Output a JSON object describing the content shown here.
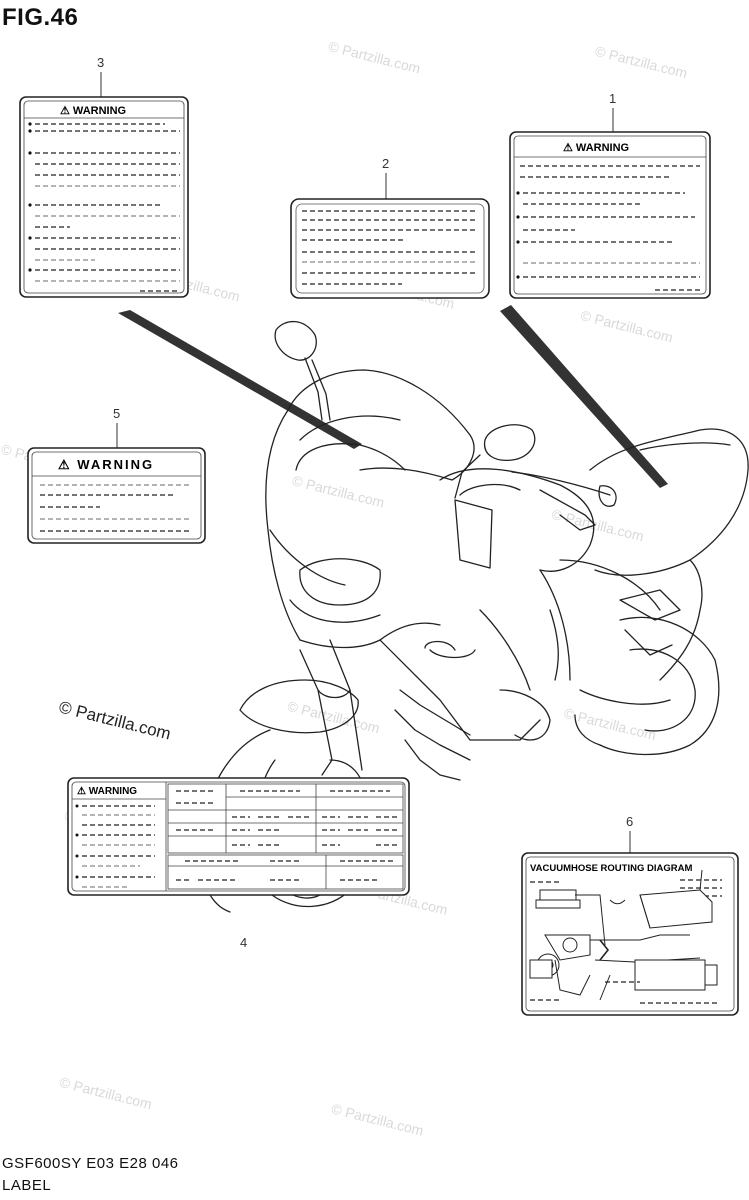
{
  "figure": {
    "title": "FIG.46",
    "part_code": "GSF600SY E03 E28  046",
    "label": "LABEL"
  },
  "watermark": {
    "text": "© Partzilla.com"
  },
  "labels": [
    {
      "callout": "1",
      "header": "⚠ WARNING"
    },
    {
      "callout": "2",
      "header": ""
    },
    {
      "callout": "3",
      "header": "⚠ WARNING"
    },
    {
      "callout": "4",
      "header": "⚠ WARNING"
    },
    {
      "callout": "5",
      "header": "⚠ WARNING"
    },
    {
      "callout": "6",
      "header": "VACUUMHOSE ROUTING DIAGRAM"
    }
  ]
}
